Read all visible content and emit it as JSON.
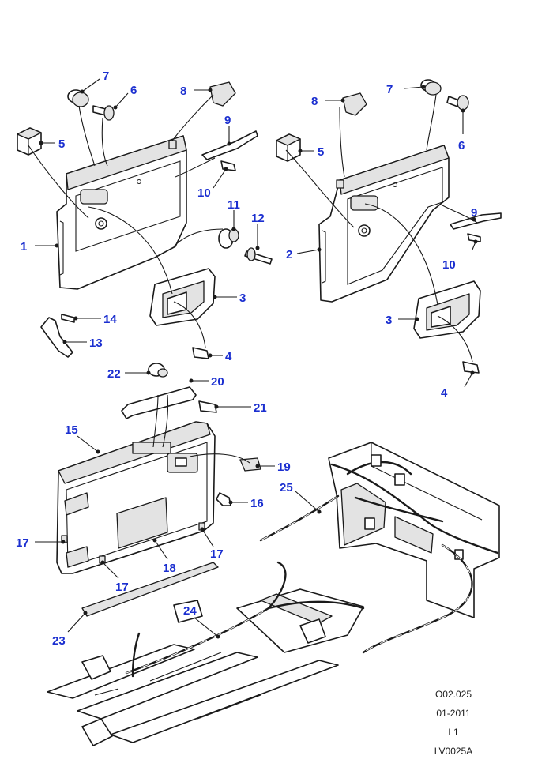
{
  "diagram": {
    "callouts": [
      {
        "id": "c1",
        "label": "1"
      },
      {
        "id": "c2",
        "label": "2"
      },
      {
        "id": "c3a",
        "label": "3"
      },
      {
        "id": "c3b",
        "label": "3"
      },
      {
        "id": "c4a",
        "label": "4"
      },
      {
        "id": "c4b",
        "label": "4"
      },
      {
        "id": "c5a",
        "label": "5"
      },
      {
        "id": "c5b",
        "label": "5"
      },
      {
        "id": "c6a",
        "label": "6"
      },
      {
        "id": "c6b",
        "label": "6"
      },
      {
        "id": "c7a",
        "label": "7"
      },
      {
        "id": "c7b",
        "label": "7"
      },
      {
        "id": "c8a",
        "label": "8"
      },
      {
        "id": "c8b",
        "label": "8"
      },
      {
        "id": "c9a",
        "label": "9"
      },
      {
        "id": "c9b",
        "label": "9"
      },
      {
        "id": "c10a",
        "label": "10"
      },
      {
        "id": "c10b",
        "label": "10"
      },
      {
        "id": "c11",
        "label": "11"
      },
      {
        "id": "c12",
        "label": "12"
      },
      {
        "id": "c13",
        "label": "13"
      },
      {
        "id": "c14",
        "label": "14"
      },
      {
        "id": "c15",
        "label": "15"
      },
      {
        "id": "c16",
        "label": "16"
      },
      {
        "id": "c17a",
        "label": "17"
      },
      {
        "id": "c17b",
        "label": "17"
      },
      {
        "id": "c17c",
        "label": "17"
      },
      {
        "id": "c18",
        "label": "18"
      },
      {
        "id": "c19",
        "label": "19"
      },
      {
        "id": "c20",
        "label": "20"
      },
      {
        "id": "c21",
        "label": "21"
      },
      {
        "id": "c22",
        "label": "22"
      },
      {
        "id": "c23",
        "label": "23"
      },
      {
        "id": "c24",
        "label": "24"
      },
      {
        "id": "c25",
        "label": "25"
      }
    ],
    "label_color": "#1b2fd0",
    "line_color": "#1a1a1a"
  },
  "reference": {
    "code": "O02.025",
    "date": "01-2011",
    "level": "L1",
    "image_id": "LV0025A"
  }
}
